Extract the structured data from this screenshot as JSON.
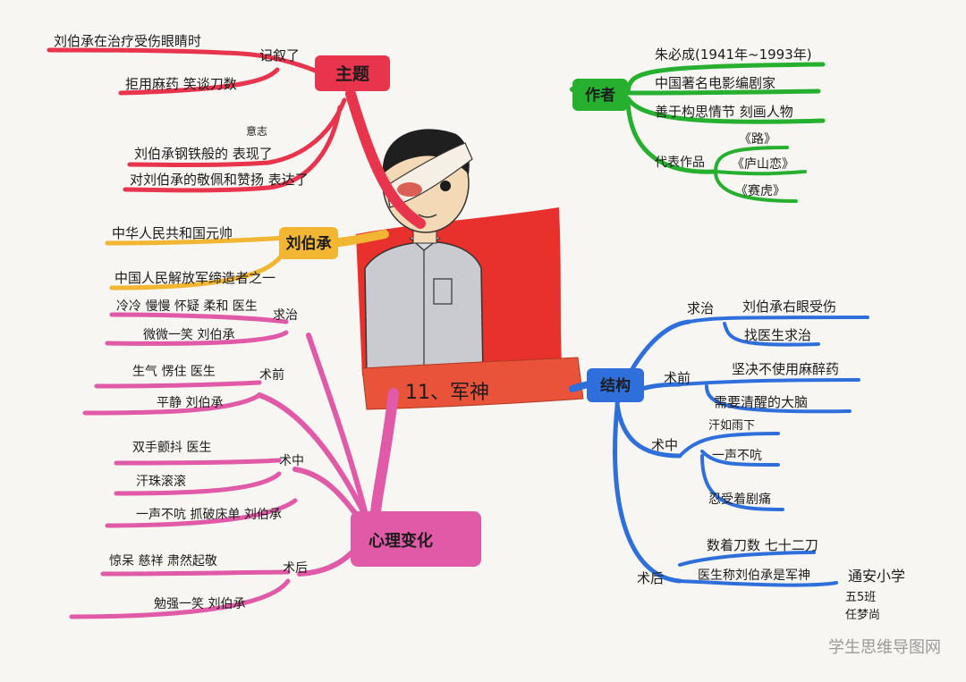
{
  "center": {
    "title": "11、军神"
  },
  "theme": {
    "label": "主题",
    "sub1": "记叙了",
    "leaf1": "刘伯承在治疗受伤眼睛时",
    "leaf2": "拒用麻药 笑谈刀数",
    "sub2_top": "意志",
    "leaf3": "刘伯承钢铁般的 表现了",
    "leaf4": "对刘伯承的敬佩和赞扬 表达了"
  },
  "liu": {
    "label": "刘伯承",
    "leaf1": "中华人民共和国元帅",
    "leaf2": "中国人民解放军缔造者之一"
  },
  "mind": {
    "label": "心理变化",
    "g1": {
      "label": "求治",
      "a": "冷冷 慢慢 怀疑 柔和 医生",
      "b": "微微一笑 刘伯承"
    },
    "g2": {
      "label": "术前",
      "a": "生气 愣住 医生",
      "b": "平静 刘伯承"
    },
    "g3": {
      "label": "术中",
      "a": "双手颤抖 医生",
      "b": "汗珠滚滚",
      "c": "一声不吭 抓破床单 刘伯承"
    },
    "g4": {
      "label": "术后",
      "a": "惊呆 慈祥 肃然起敬",
      "b": "勉强一笑 刘伯承"
    }
  },
  "author": {
    "label": "作者",
    "leaf1": "朱必成(1941年~1993年)",
    "leaf2": "中国著名电影编剧家",
    "leaf3": "善于构思情节 刻画人物",
    "works_label": "代表作品",
    "work1": "《路》",
    "work2": "《庐山恋》",
    "work3": "《赛虎》"
  },
  "structure": {
    "label": "结构",
    "s1": {
      "label": "求治",
      "a": "刘伯承右眼受伤",
      "b": "找医生求治"
    },
    "s2": {
      "label": "术前",
      "a": "坚决不使用麻醉药",
      "b": "需要清醒的大脑"
    },
    "s3": {
      "label": "术中",
      "a": "汗如雨下",
      "b": "一声不吭",
      "c": "忍受着剧痛"
    },
    "s4": {
      "label": "术后",
      "a": "数着刀数 七十二刀",
      "b": "医生称刘伯承是军神"
    }
  },
  "signature": {
    "school": "通安小学",
    "class": "五5班",
    "name": "任梦尚"
  },
  "watermark": "学生思维导图网",
  "colors": {
    "theme": "#e8354d",
    "liu": "#f2b632",
    "mind": "#e15aa7",
    "author": "#27b02f",
    "structure": "#2f6fdc",
    "flag": "#e8302c"
  }
}
